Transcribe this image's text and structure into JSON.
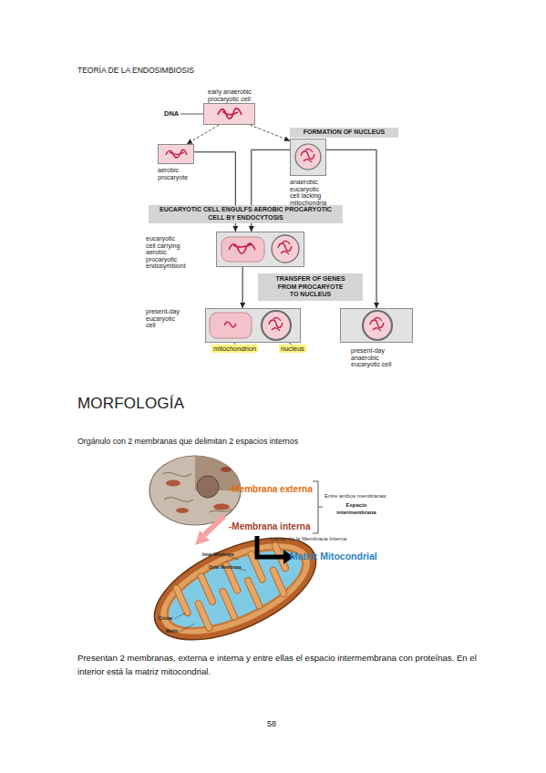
{
  "diagram": {
    "title": "TEORÍA DE LA ENDOSIMBIOSIS",
    "nodes": [
      {
        "text": [
          "early anaerobic procaryotic cell"
        ]
      },
      {
        "text": [
          "FORMATION OF NUCLEUS"
        ]
      },
      {
        "text": [
          "aerobic procaryote"
        ]
      },
      {
        "text": [
          "anaerobic eucaryotic cell lacking mitochondria"
        ]
      },
      {
        "text": [
          "EUCARYOTIC CELL ENGULFS AEROBIC PROCARYOTIC CELL BY ENDOCYTOSIS"
        ]
      },
      {
        "text": [
          "eucaryotic cell carrying aerobic procaryotic endosymbiont"
        ]
      },
      {
        "text": [
          "TRANSFER OF GENES FROM PROCARYOTE TO NUCLEUS"
        ]
      },
      {
        "text": [
          "present-day eucaryotic cell"
        ]
      },
      {
        "text": [
          "present-day anaerobic eucaryotic cell"
        ]
      }
    ],
    "edges": [
      {
        "from": 0,
        "to": 2,
        "arrow": "to"
      },
      {
        "from": 0,
        "to": 3,
        "arrow": "to"
      },
      {
        "from": 2,
        "to": 5,
        "arrow": "to"
      },
      {
        "from": 3,
        "to": 5,
        "arrow": "to"
      },
      {
        "from": 3,
        "to": 8,
        "arrow": "to"
      },
      {
        "from": 5,
        "to": 7,
        "arrow": "to"
      }
    ],
    "labels": [
      "DNA",
      "mitochondrion",
      "nucleus",
      "MORFOLOGÍA",
      "Orgánulo con 2 membranas que delimitan 2 espacios internos",
      "-Membrana externa",
      "-Membrana interna",
      "Entre ambos membranas:",
      "Espacio intermembrana",
      "Interior de la Membrana Interna",
      "Matriz Mitocondrial",
      "Inner Membrane",
      "Outer Membrane",
      "Cristae",
      "Matrix",
      "Presentan 2 membranas, externa e interna y entre ellas el espacio intermembrana con proteínas. En el interior está la matriz mitocondrial.",
      "58"
    ]
  }
}
